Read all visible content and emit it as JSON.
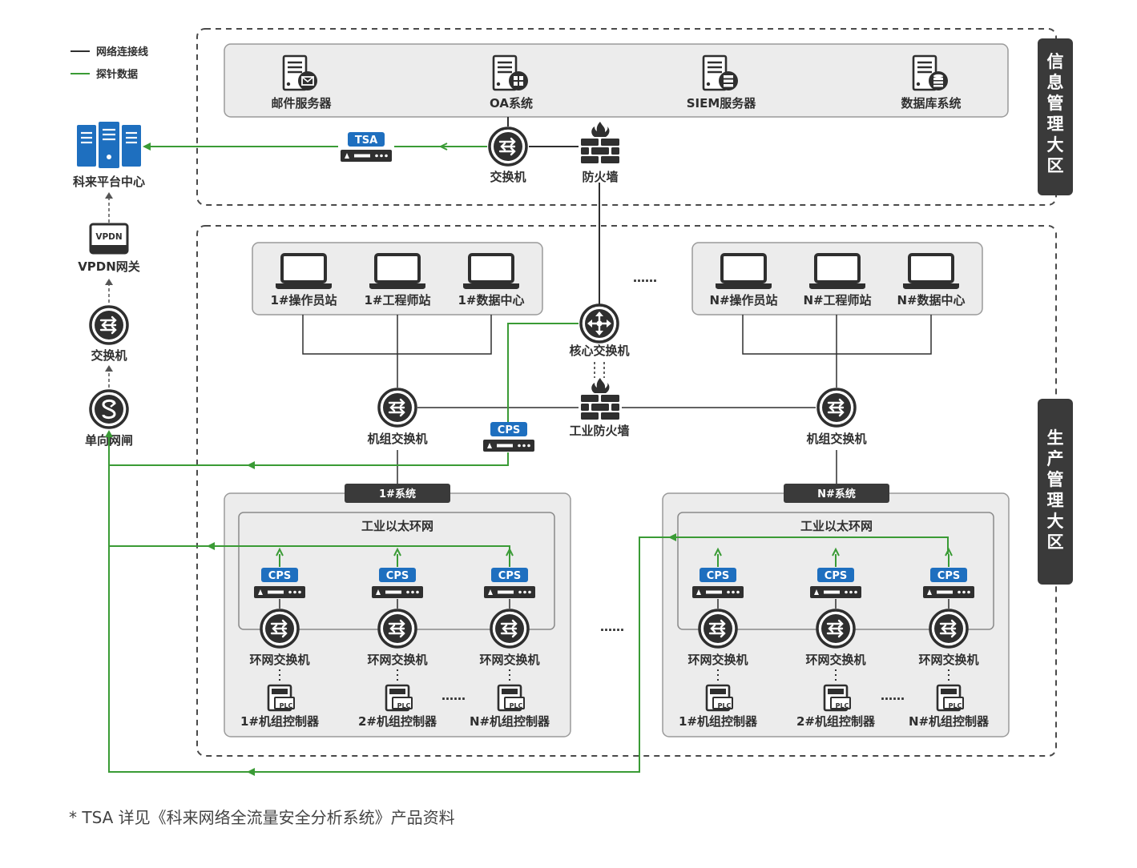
{
  "legend": {
    "network_line": "网络连接线",
    "probe_data": "探针数据"
  },
  "colors": {
    "network_line": "#2f2f2f",
    "probe_line": "#3a9b35",
    "brand_blue": "#1e6fbf",
    "panel_bg": "#ececec",
    "panel_border": "#9a9a9a",
    "zone_dark": "#3a3a3a"
  },
  "zones": {
    "info": "信息管理大区",
    "production": "生产管理大区"
  },
  "left_chain": {
    "platform": "科来平台中心",
    "vpdn_gateway": "VPDN网关",
    "vpdn_badge": "VPDN",
    "switch": "交换机",
    "gateway": "单向网闸"
  },
  "info_zone": {
    "servers": [
      "邮件服务器",
      "OA系统",
      "SIEM服务器",
      "数据库系统"
    ],
    "tsa_badge": "TSA",
    "switch": "交换机",
    "firewall": "防火墙"
  },
  "production_zone": {
    "group1_stations": [
      "1#操作员站",
      "1#工程师站",
      "1#数据中心"
    ],
    "groupN_stations": [
      "N#操作员站",
      "N#工程师站",
      "N#数据中心"
    ],
    "station_ellipsis": "……",
    "core_switch": "核心交换机",
    "industrial_firewall": "工业防火墙",
    "unit_switch_1": "机组交换机",
    "unit_switch_N": "机组交换机",
    "cps_badge": "CPS",
    "systems": [
      {
        "title": "1#系统",
        "ring_title": "工业以太环网",
        "ring_switches": [
          "环网交换机",
          "环网交换机",
          "环网交换机"
        ],
        "controllers": [
          "1#机组控制器",
          "2#机组控制器",
          "N#机组控制器"
        ],
        "plc_badge": "PLC"
      },
      {
        "title": "N#系统",
        "ring_title": "工业以太环网",
        "ring_switches": [
          "环网交换机",
          "环网交换机",
          "环网交换机"
        ],
        "controllers": [
          "1#机组控制器",
          "2#机组控制器",
          "N#机组控制器"
        ],
        "plc_badge": "PLC"
      }
    ],
    "systems_ellipsis": "……",
    "controller_ellipsis": "……"
  },
  "footnote": "* TSA 详见《科来网络全流量安全分析系统》产品资料"
}
